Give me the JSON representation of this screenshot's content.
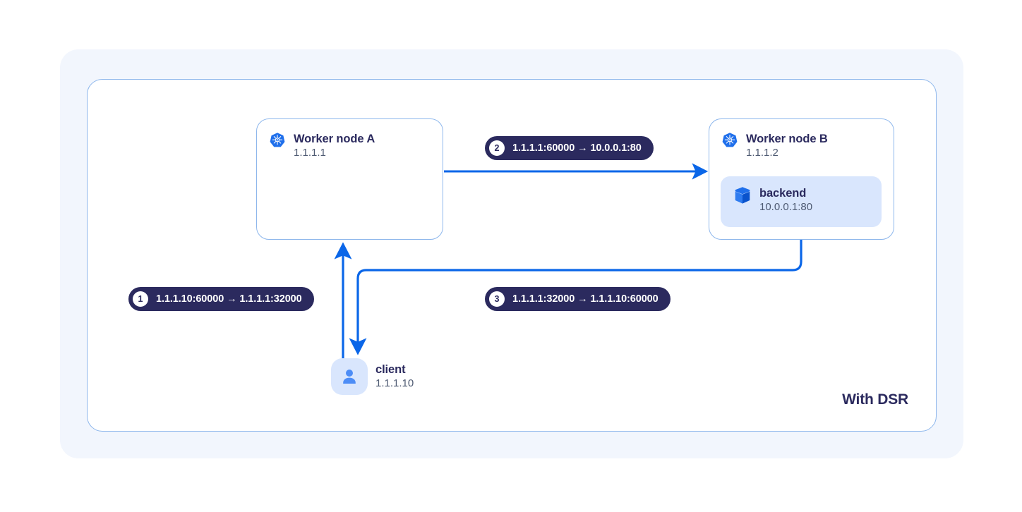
{
  "diagram": {
    "caption": "With DSR",
    "colors": {
      "outer_panel_bg": "#f2f6fd",
      "card_border": "#8eb7ec",
      "arrow_blue": "#0a66e8",
      "badge_navy": "#2b2a5e",
      "pod_bg": "#d9e6fd",
      "icon_blue": "#1f6feb",
      "text_navy": "#2b2a5e",
      "text_slate": "#4e5a72"
    },
    "nodes": [
      {
        "id": "worker-node-a",
        "icon": "kubernetes-icon",
        "title": "Worker node A",
        "ip": "1.1.1.1"
      },
      {
        "id": "worker-node-b",
        "icon": "kubernetes-icon",
        "title": "Worker node B",
        "ip": "1.1.1.2"
      }
    ],
    "pod": {
      "icon": "cube-icon",
      "title": "backend",
      "ip": "10.0.0.1:80"
    },
    "client": {
      "icon": "person-icon",
      "title": "client",
      "ip": "1.1.1.10"
    },
    "flows": [
      {
        "number": "1",
        "label": "1.1.1.10:60000 → 1.1.1.1:32000"
      },
      {
        "number": "2",
        "label": "1.1.1.1:60000 → 10.0.0.1:80"
      },
      {
        "number": "3",
        "label": "1.1.1.1:32000 → 1.1.1.10:60000"
      }
    ]
  }
}
